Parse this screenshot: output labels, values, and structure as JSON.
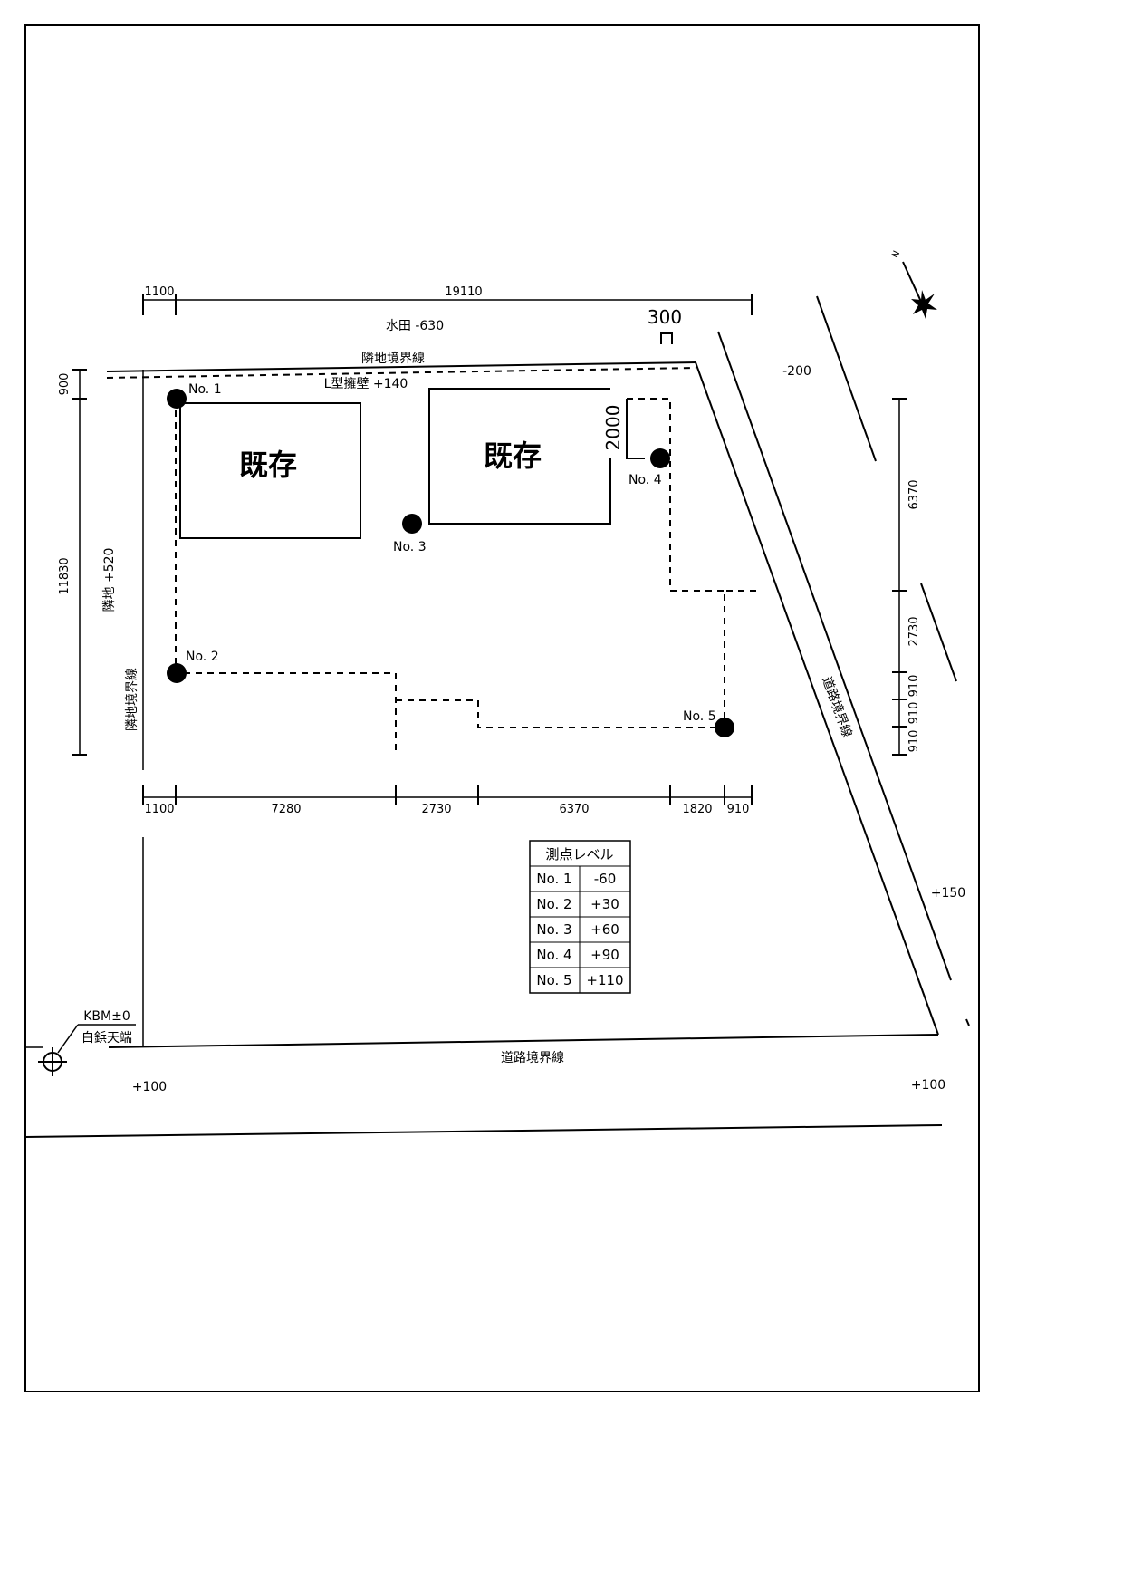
{
  "labels": {
    "paddy": "水田 -630",
    "neighbor_boundary_top": "隣地境界線",
    "retaining_wall": "L型擁壁 +140",
    "existing_1": "既存",
    "existing_2": "既存",
    "neighbor_left": "隣地 +520",
    "neighbor_boundary_left": "隣地境界線",
    "road_boundary_right": "道路境界線",
    "road_boundary_bottom": "道路境界線",
    "kbm_1": "KBM±0",
    "kbm_2": "白鋲天端",
    "level_right_top": "-200",
    "level_right_mid": "+150",
    "level_bottom_left": "+100",
    "level_bottom_right": "+100",
    "dim_300": "300",
    "dim_2000": "2000",
    "north": "N"
  },
  "dims": {
    "top": [
      "1100",
      "19110"
    ],
    "bottom": [
      "1100",
      "7280",
      "2730",
      "6370",
      "1820",
      "910"
    ],
    "left": [
      "900",
      "11830"
    ],
    "right": [
      "6370",
      "2730",
      "910",
      "910",
      "910"
    ]
  },
  "points": [
    {
      "label": "No. 1"
    },
    {
      "label": "No. 2"
    },
    {
      "label": "No. 3"
    },
    {
      "label": "No. 4"
    },
    {
      "label": "No. 5"
    }
  ],
  "table": {
    "header": "測点レベル",
    "rows": [
      {
        "name": "No. 1",
        "value": "-60"
      },
      {
        "name": "No. 2",
        "value": "+30"
      },
      {
        "name": "No. 3",
        "value": "+60"
      },
      {
        "name": "No. 4",
        "value": "+90"
      },
      {
        "name": "No. 5",
        "value": "+110"
      }
    ]
  }
}
